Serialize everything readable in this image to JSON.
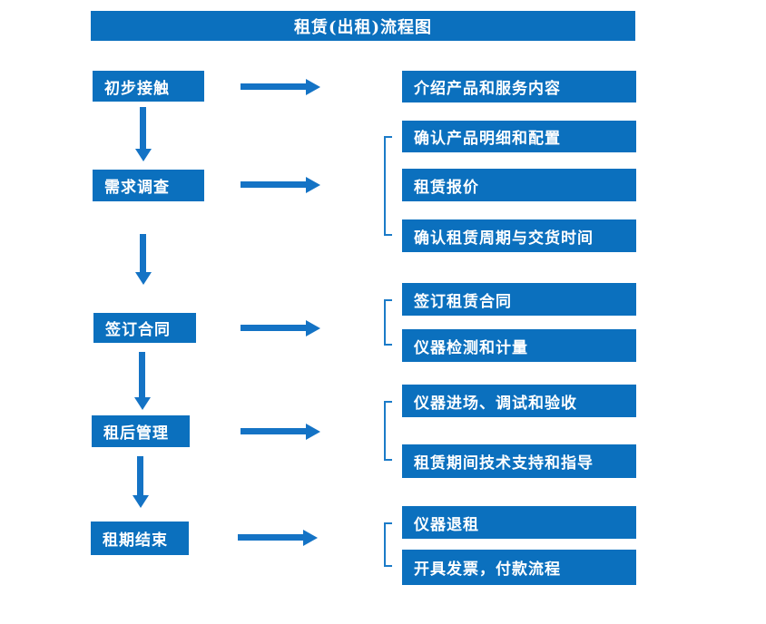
{
  "title": "租赁(出租)流程图",
  "colors": {
    "box_blue": "#0b70be",
    "arrow_blue": "#1473c5",
    "text_white": "#ffffff"
  },
  "icons": {
    "right_arrow": "arrow-right-icon",
    "down_arrow": "arrow-down-icon",
    "bracket": "bracket-connector"
  },
  "steps": [
    {
      "label": "初步接触",
      "details": [
        "介绍产品和服务内容"
      ]
    },
    {
      "label": "需求调查",
      "details": [
        "确认产品明细和配置",
        "租赁报价",
        "确认租赁周期与交货时间"
      ]
    },
    {
      "label": "签订合同",
      "details": [
        "签订租赁合同",
        "仪器检测和计量"
      ]
    },
    {
      "label": "租后管理",
      "details": [
        "仪器进场、调试和验收",
        "租赁期间技术支持和指导"
      ]
    },
    {
      "label": "租期结束",
      "details": [
        "仪器退租",
        "开具发票，付款流程"
      ]
    }
  ]
}
